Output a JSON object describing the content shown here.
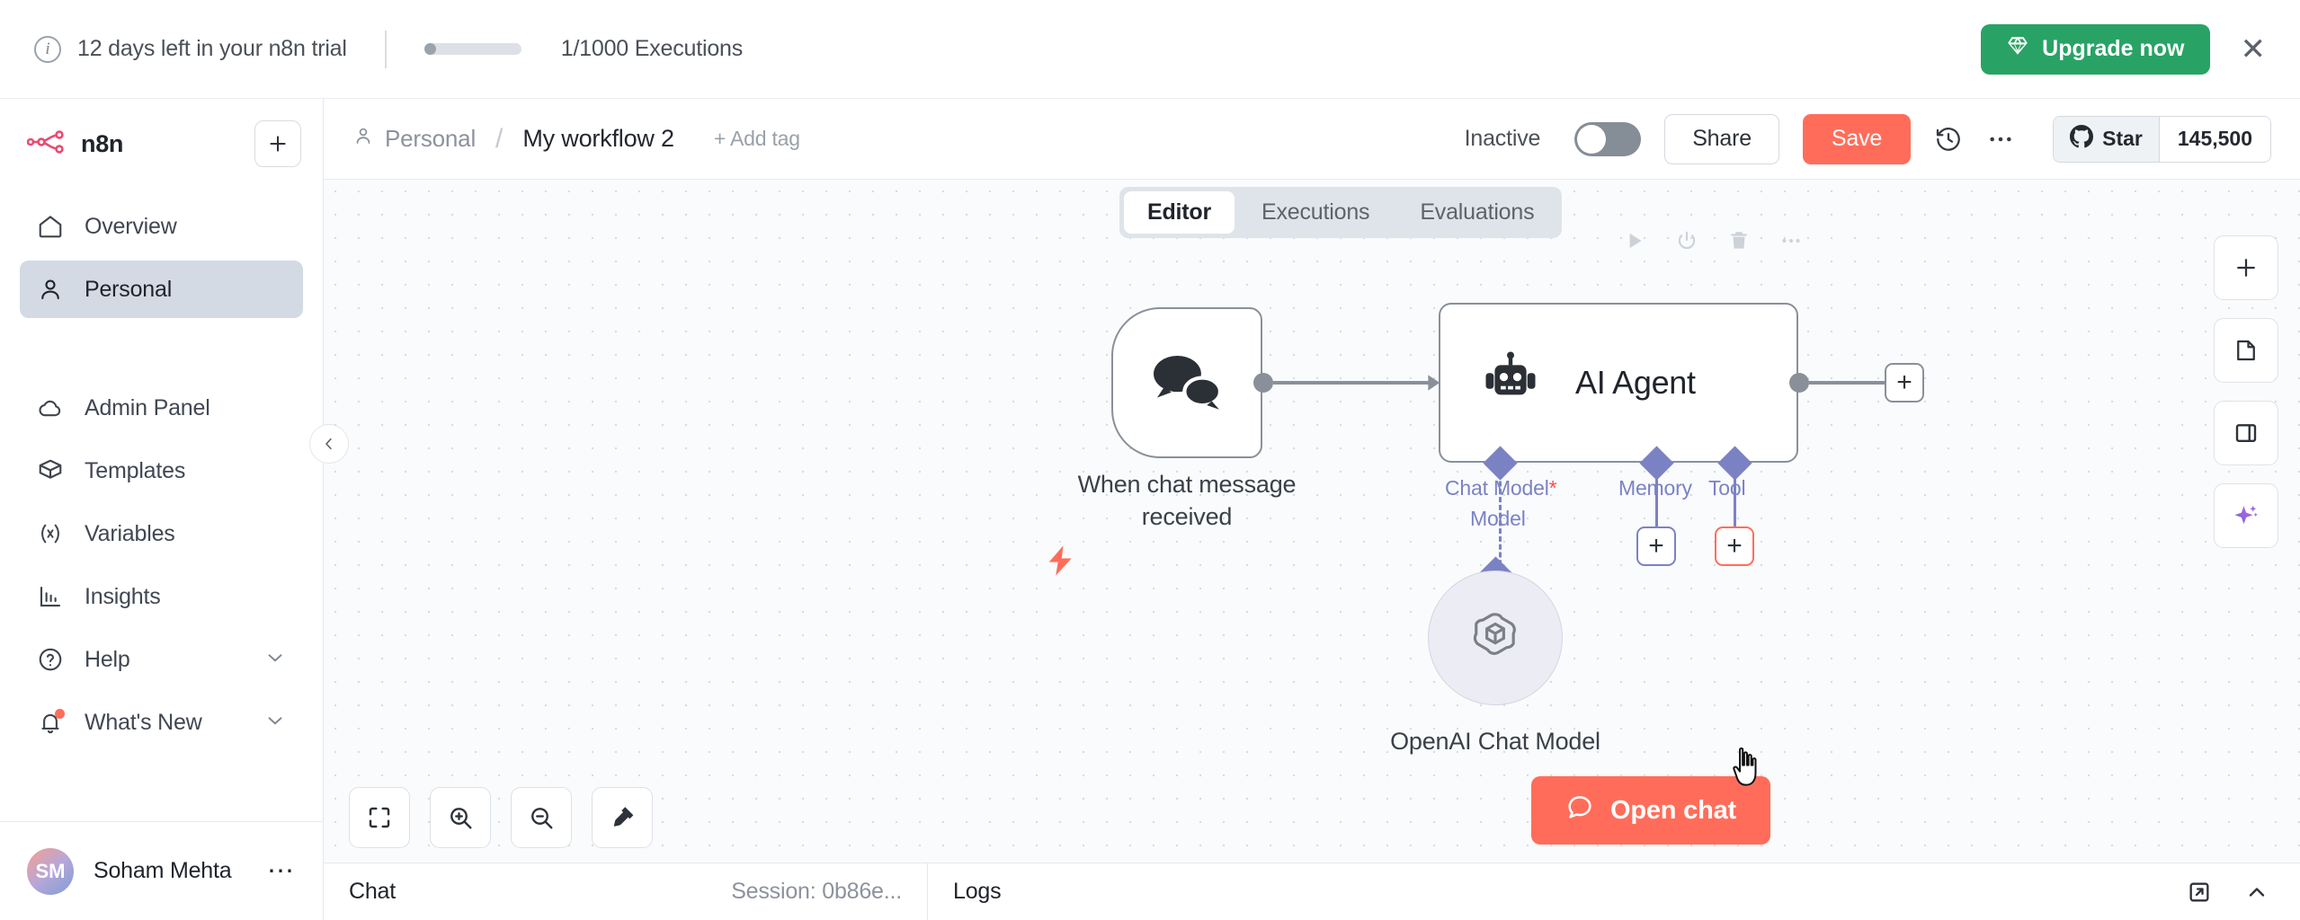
{
  "banner": {
    "info_icon": "info-icon",
    "trial_text": "12 days left in your n8n trial",
    "executions_text": "1/1000 Executions",
    "upgrade_label": "Upgrade now",
    "upgrade_icon": "diamond-icon",
    "close_icon": "close-icon",
    "upgrade_color": "#28a365"
  },
  "sidebar": {
    "brand": "n8n",
    "brand_logo_icon": "n8n-logo-icon",
    "add_icon": "plus-icon",
    "items": [
      {
        "label": "Overview",
        "icon": "home-icon",
        "active": false
      },
      {
        "label": "Personal",
        "icon": "user-icon",
        "active": true
      },
      {
        "label": "Admin Panel",
        "icon": "cloud-icon",
        "active": false
      },
      {
        "label": "Templates",
        "icon": "box-icon",
        "active": false
      },
      {
        "label": "Variables",
        "icon": "variable-icon",
        "active": false
      },
      {
        "label": "Insights",
        "icon": "bar-chart-icon",
        "active": false
      },
      {
        "label": "Help",
        "icon": "question-circle-icon",
        "active": false,
        "caret": true
      },
      {
        "label": "What's New",
        "icon": "bell-icon",
        "active": false,
        "caret": true,
        "badge": true
      }
    ],
    "user": {
      "initials": "SM",
      "name": "Soham Mehta",
      "menu_icon": "ellipsis-icon"
    },
    "collapse_icon": "chevron-left-icon"
  },
  "header": {
    "owner": "Personal",
    "owner_icon": "user-icon",
    "separator": "/",
    "workflow_name": "My workflow 2",
    "add_tag_label": "+ Add tag",
    "active_state_label": "Inactive",
    "toggle_on": false,
    "share_label": "Share",
    "save_label": "Save",
    "save_color": "#ff6d5a",
    "history_icon": "history-icon",
    "more_icon": "ellipsis-icon",
    "github": {
      "label": "Star",
      "icon": "github-icon",
      "count": "145,500"
    }
  },
  "tabs": [
    {
      "label": "Editor",
      "active": true
    },
    {
      "label": "Executions",
      "active": false
    },
    {
      "label": "Evaluations",
      "active": false
    }
  ],
  "node_toolbar": [
    {
      "icon": "play-icon"
    },
    {
      "icon": "power-icon"
    },
    {
      "icon": "trash-icon"
    },
    {
      "icon": "ellipsis-icon"
    }
  ],
  "canvas": {
    "nodes": [
      {
        "id": "trigger",
        "label": "When chat message\nreceived",
        "icon": "chat-bubbles-icon",
        "type": "trigger"
      },
      {
        "id": "agent",
        "title": "AI Agent",
        "icon": "robot-icon",
        "type": "agent"
      },
      {
        "id": "openai",
        "label": "OpenAI Chat Model",
        "icon": "openai-icon",
        "type": "sub-node"
      }
    ],
    "connector_labels": [
      {
        "label": "Chat Model",
        "required": true,
        "required_mark": "*"
      },
      {
        "label": "Memory",
        "required": false
      },
      {
        "label": "Tool",
        "required": false
      }
    ],
    "model_link_label": "Model",
    "add_tool_icon": "plus-icon",
    "add_memory_icon": "plus-icon",
    "add_output_icon": "plus-icon",
    "accent_purple": "#7b82c4",
    "hover_accent": "#ff6d5a"
  },
  "canvas_controls": [
    {
      "icon": "fit-view-icon"
    },
    {
      "icon": "zoom-in-icon"
    },
    {
      "icon": "zoom-out-icon"
    },
    {
      "icon": "tidy-up-icon"
    }
  ],
  "open_chat": {
    "label": "Open chat",
    "icon": "chat-icon",
    "color": "#ff6d5a"
  },
  "right_rail": [
    {
      "icon": "plus-icon"
    },
    {
      "icon": "sticky-note-icon"
    },
    {
      "icon": "panel-layout-icon"
    },
    {
      "icon": "ai-sparkle-icon"
    }
  ],
  "status_bar": {
    "chat_label": "Chat",
    "session_label": "Session: 0b86e...",
    "logs_label": "Logs",
    "expand_icon": "open-external-icon",
    "collapse_icon": "chevron-up-icon"
  }
}
